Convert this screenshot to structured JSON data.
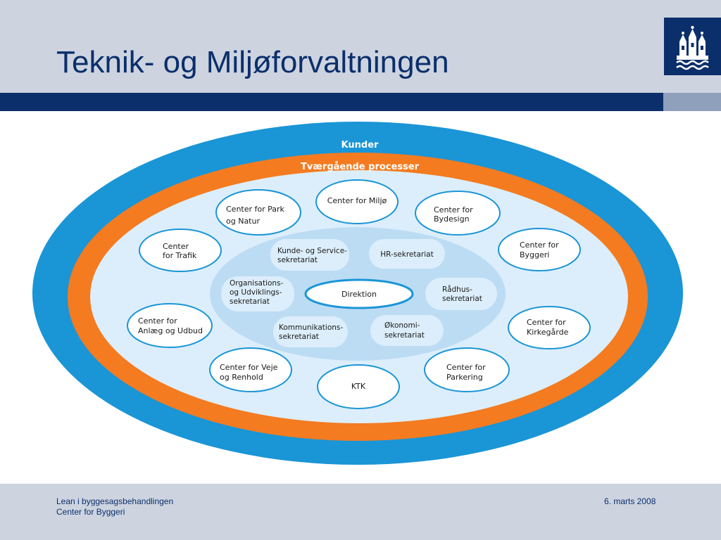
{
  "slide": {
    "title": "Teknik- og Miljøforvaltningen"
  },
  "logo": {
    "icon": "copenhagen-coat-of-arms-icon"
  },
  "diagram": {
    "outer_ring_label": "Kunder",
    "middle_ring_label": "Tværgående processer",
    "centers": {
      "miljo": "Center for Miljø",
      "park_natur": [
        "Center for Park",
        "og Natur"
      ],
      "bydesign": [
        "Center for",
        "Bydesign"
      ],
      "trafik": [
        "Center",
        "for Trafik"
      ],
      "byggeri": [
        "Center for",
        "Byggeri"
      ],
      "anlaeg_udbud": [
        "Center for",
        "Anlæg og Udbud"
      ],
      "kirkegaarde": [
        "Center for",
        "Kirkegårde"
      ],
      "veje_renhold": [
        "Center for Veje",
        "og Renhold"
      ],
      "ktk": "KTK",
      "parkering": [
        "Center for",
        "Parkering"
      ]
    },
    "secretariats": {
      "kunde_service": [
        "Kunde- og Service-",
        "sekretariat"
      ],
      "hr": "HR-sekretariat",
      "org_udvikling": [
        "Organisations-",
        "og Udviklings-",
        "sekretariat"
      ],
      "raadhus": [
        "Rådhus-",
        "sekretariat"
      ],
      "kommunikation": [
        "Kommunikations-",
        "sekretariat"
      ],
      "okonomi": [
        "Økonomi-",
        "sekretariat"
      ]
    },
    "core": "Direktion"
  },
  "footer": {
    "left_line1": "Lean i byggesagsbehandlingen",
    "left_line2": "Center for Byggeri",
    "date": "6. marts 2008"
  },
  "colors": {
    "navy": "#0b2f6b",
    "outer_blue": "#1a95d6",
    "orange": "#f47b20",
    "inner_light": "#dceefb",
    "pill": "#bcdcf4",
    "circle_border": "#1a95d6"
  }
}
